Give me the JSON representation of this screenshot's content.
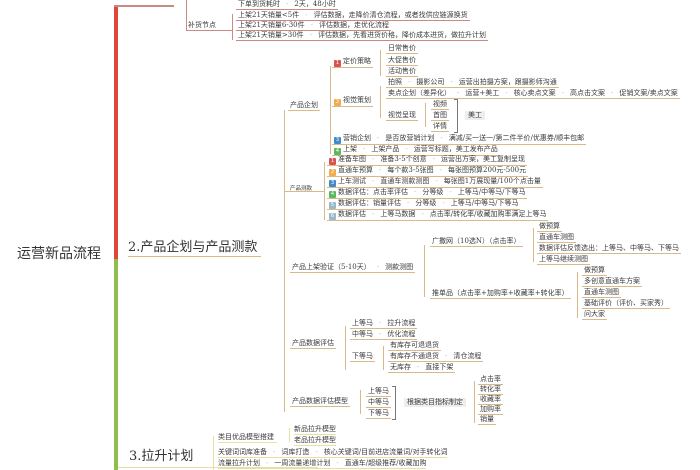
{
  "root": {
    "label": "运营新品流程"
  },
  "branch1": {
    "top_rows": [
      {
        "label": "下单到货耗时",
        "value": "2天，48小时"
      }
    ],
    "restock": {
      "label": "补货节点",
      "rows": [
        {
          "cond": "上架21天销量<5件",
          "action": "评估数据，走降价清仓流程，或者找供应链源换货"
        },
        {
          "cond": "上架21天销量6-30件",
          "action": "评估数据，走优化流程"
        },
        {
          "cond": "上架21天销量>30件",
          "action": "评估数据，先看进货价格，降价成本进货，做拉升计划"
        }
      ]
    }
  },
  "branch2": {
    "label": "2.产品企划与产品测款",
    "planning": {
      "label": "产品企划",
      "pricing": {
        "badge": "1",
        "label": "定价策略",
        "items": [
          "日常售价",
          "大促售价",
          "活动售价"
        ]
      },
      "visual": {
        "badge": "2",
        "label": "视觉策划",
        "photo": [
          "拍照",
          "摄影公司",
          "运营出拍摄方案，跟摄影师沟通"
        ],
        "selling": [
          "卖点企划（差异化）",
          "运营+美工",
          "核心卖点文案",
          "高点击文案",
          "促销文案/卖点文案"
        ],
        "present": {
          "label": "视觉呈现",
          "items": [
            "视频",
            "首图",
            "详情"
          ],
          "owner": "美工"
        }
      },
      "marketing": {
        "badge": "3",
        "label": "营销企划",
        "chain": [
          "是否放营销计划",
          "满减/买一送一/第二件半价/优惠券/顺丰包邮"
        ]
      },
      "launch": {
        "badge": "4",
        "label": "上架",
        "chain": [
          "上架产品",
          "运营写标题，美工发布产品"
        ]
      }
    },
    "testing": {
      "label": "产品测款",
      "rows": [
        {
          "badge": "1",
          "color": "#d9534f",
          "chain": [
            "准备车图",
            "准备3-5个创意",
            "运营出方案，美工复制呈现"
          ]
        },
        {
          "badge": "2",
          "color": "#f0ad4e",
          "chain": [
            "直通车预算",
            "每个款3-5张图",
            "每张图预算200元-500元"
          ]
        },
        {
          "badge": "3",
          "color": "#428bca",
          "chain": [
            "上车测试",
            "直通车测款测图",
            "每张图1万展现量/100个点击量"
          ]
        },
        {
          "badge": "4",
          "color": "#5cb85c",
          "chain": [
            "数据评估：点击率评估",
            "分等级",
            "上等马/中等马/下等马"
          ]
        },
        {
          "badge": "5",
          "color": "#9ab8c8",
          "chain": [
            "数据评估：销量评估",
            "分等级",
            "上等马/中等马/下等马"
          ]
        },
        {
          "badge": "6",
          "color": "#9ab8c8",
          "chain": [
            "数据评估",
            "上等马数据",
            "点击率/转化率/收藏加购率满足上等马"
          ]
        }
      ]
    },
    "verify": {
      "label": "产品上架验证（5-10天）",
      "node": "测款测图",
      "wide": {
        "label": "广撒网（10选N）（点击率）",
        "items": [
          "做预算",
          "直通车测图",
          "数据评估反馈选出：上等马、中等马、下等马",
          "上等马继续测图"
        ]
      },
      "single": {
        "label": "推单品（点击率+加购率+收藏率+转化率）",
        "items": [
          "做预算",
          "多创意直通车方案",
          "直通车测图",
          "基础评价（评价、买家秀）",
          "问大家"
        ]
      }
    },
    "evaluate": {
      "label": "产品数据评估",
      "upper": [
        "上等马",
        "拉升流程"
      ],
      "middle": [
        "中等马",
        "优化流程"
      ],
      "lower": {
        "label": "下等马",
        "items": [
          [
            "有库存可退退货"
          ],
          [
            "有库存不通退货",
            "清仓流程"
          ],
          [
            "无库存",
            "直接下架"
          ]
        ]
      }
    },
    "model": {
      "label": "产品数据评估模型",
      "grades": [
        "上等马",
        "中等马",
        "下等马"
      ],
      "rule": "根据类目指标制定",
      "metrics": [
        "点击率",
        "转化率",
        "收藏率",
        "加购率",
        "销量"
      ]
    }
  },
  "branch3": {
    "label": "3.拉升计划",
    "model": {
      "label": "类目优品模型搭建",
      "items": [
        "新品拉升模型",
        "老品拉升模型"
      ]
    },
    "keywords": [
      "关键词词库准备",
      "词库打造",
      "核心关键词/目前进店流量词/对手转化词"
    ],
    "traffic": [
      "流量拉升计划",
      "一周流量递增计划",
      "直通车/超级推荐/收藏加购"
    ]
  },
  "colors": {
    "branch1": "#e0463a",
    "branch2": "#8dbf4a",
    "connector": "#d9b98a",
    "restock": "#c98a80"
  }
}
